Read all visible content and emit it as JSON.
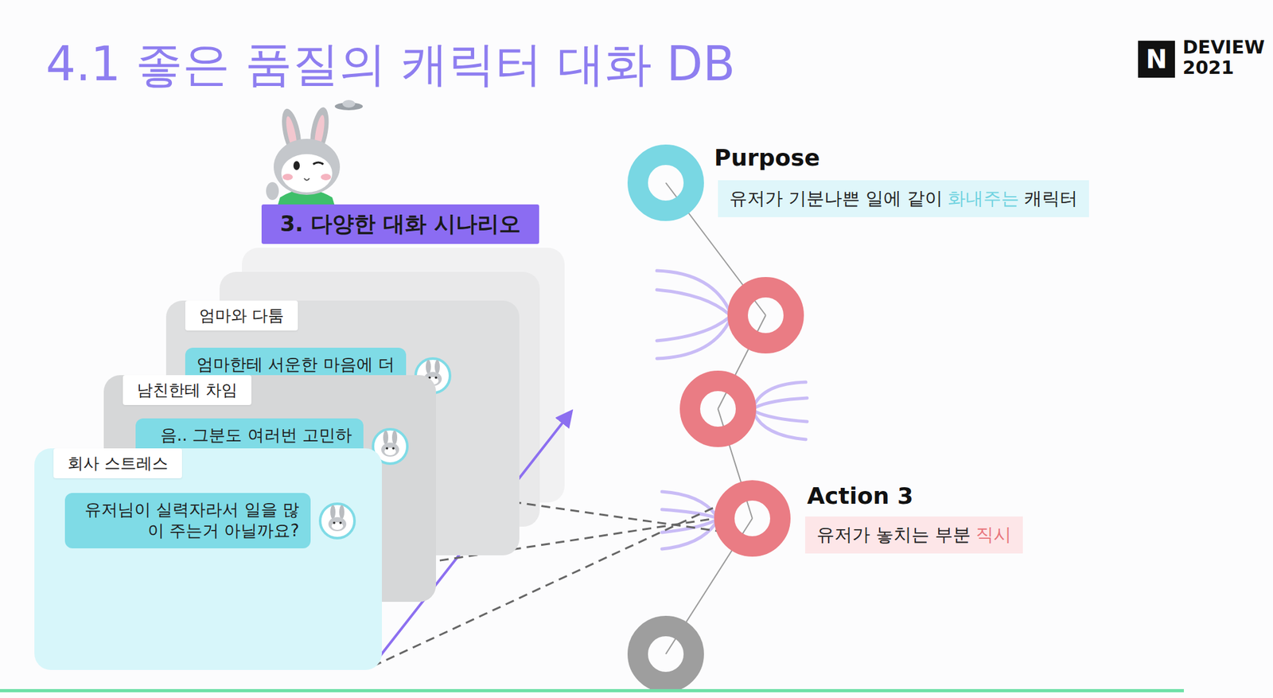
{
  "diagram": {
    "title": "4.1 좋은 품질의 캐릭터 대화 DB",
    "nodes": [
      {
        "text": [
          "3. 다양한 대화 시나리오"
        ]
      },
      {
        "text": [
          "엄마와 다툼"
        ]
      },
      {
        "text": [
          "엄마한테 서운한 마음에 더 화를 낸건 아니구요?"
        ],
        "in": 1
      },
      {
        "text": [
          "남친한테 차임"
        ]
      },
      {
        "text": [
          "음.. 그분도 여러번 고민하고 헤어지자고 했을 거에요."
        ],
        "in": 3
      },
      {
        "text": [
          "회사 스트레스"
        ]
      },
      {
        "text": [
          "유저님이 실력자라서 일을 많이 주는거 아닐까요?"
        ],
        "in": 5
      },
      {
        "text": [
          "Purpose"
        ]
      },
      {
        "text": [
          "유저가 기분나쁜 일에 같이",
          "화내주는",
          "캐릭터"
        ]
      },
      {
        "text": [
          "Action 3"
        ]
      },
      {
        "text": [
          "유저가 놓치는 부분",
          "직시"
        ]
      }
    ],
    "edges": [
      {
        "from": 5,
        "to": 9,
        "arrow": "none"
      }
    ],
    "labels": [
      "N",
      "DEVIEW",
      "2021"
    ]
  }
}
